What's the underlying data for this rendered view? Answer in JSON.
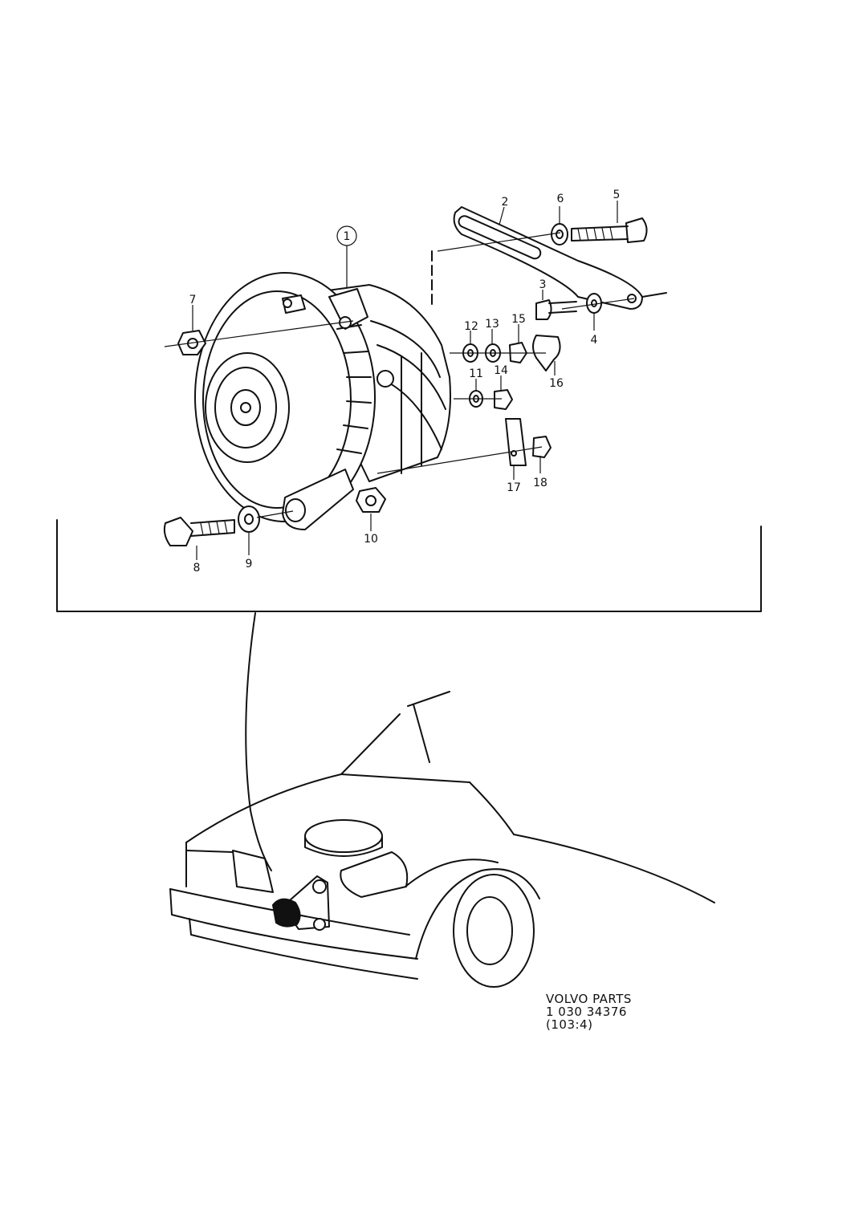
{
  "callouts": {
    "c1": "1",
    "c2": "2",
    "c3": "3",
    "c4": "4",
    "c5": "5",
    "c6": "6",
    "c7": "7",
    "c8": "8",
    "c9": "9",
    "c10": "10",
    "c11": "11",
    "c12": "12",
    "c13": "13",
    "c14": "14",
    "c15": "15",
    "c16": "16",
    "c17": "17",
    "c18": "18"
  },
  "caption": {
    "line1": "VOLVO PARTS",
    "line2": "1 030 34376",
    "line3": "(103:4)"
  }
}
